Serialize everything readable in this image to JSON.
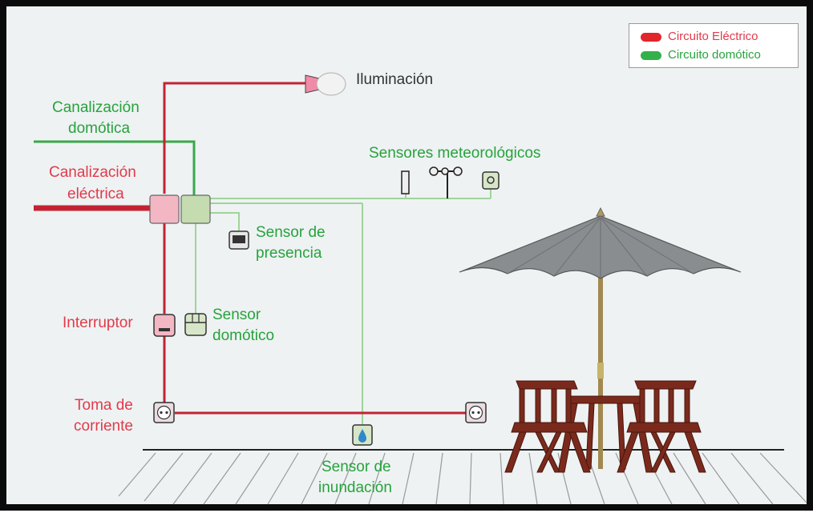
{
  "legend": {
    "items": [
      {
        "label": "Circuito Eléctrico",
        "color": "#e2252b"
      },
      {
        "label": "Circuito domótico",
        "color": "#33b04a"
      }
    ]
  },
  "labels": {
    "lighting": "Iluminación",
    "home_channel_line1": "Canalización",
    "home_channel_line2": "domótica",
    "weather_sensors": "Sensores meteorológicos",
    "electric_channel_line1": "Canalización",
    "electric_channel_line2": "eléctrica",
    "presence_sensor_line1": "Sensor de",
    "presence_sensor_line2": "presencia",
    "switch": "Interruptor",
    "home_sensor_line1": "Sensor",
    "home_sensor_line2": "domótico",
    "outlet_line1": "Toma de",
    "outlet_line2": "corriente",
    "flood_sensor_line1": "Sensor de",
    "flood_sensor_line2": "inundación"
  },
  "colors": {
    "electric_wire": "#c42233",
    "home_wire": "#3aa84a",
    "home_wire_light": "#9fd49a",
    "electric_box": "#f3b7c4",
    "home_box": "#c4dcb0",
    "umbrella": "#8a8d90",
    "furniture": "#7a2a1c"
  }
}
